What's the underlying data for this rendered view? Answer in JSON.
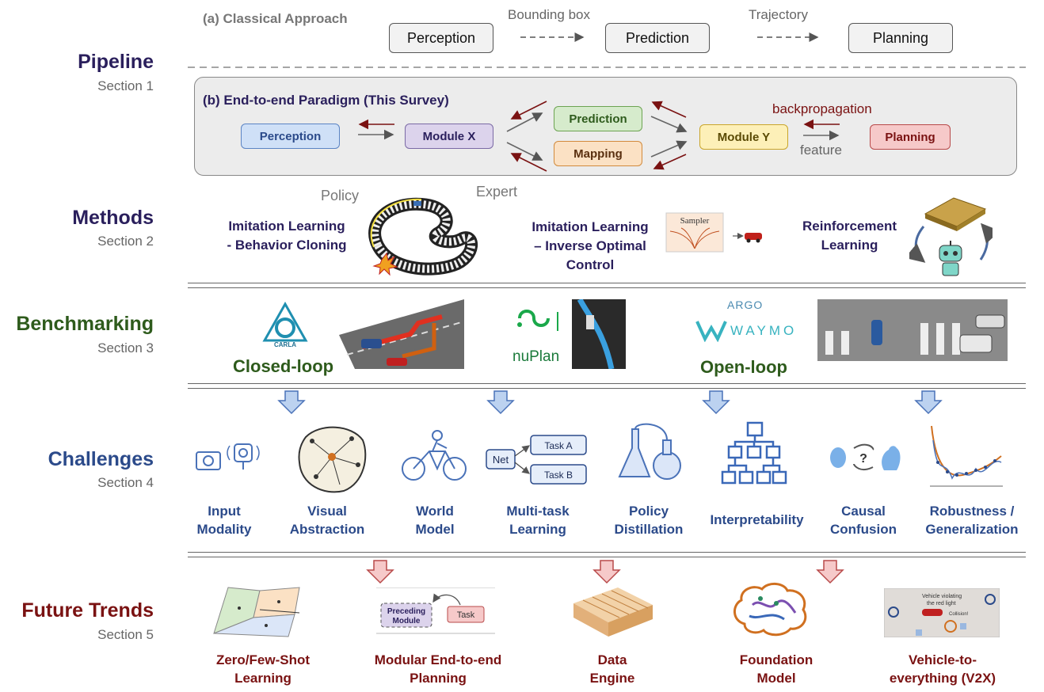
{
  "pipeline": {
    "title": "Pipeline",
    "section": "Section 1",
    "classical": {
      "label": "(a) Classical Approach",
      "perception": "Perception",
      "prediction": "Prediction",
      "planning": "Planning",
      "bbox_label": "Bounding box",
      "trajectory_label": "Trajectory"
    },
    "e2e": {
      "label": "(b) End-to-end Paradigm (This Survey)",
      "perception": "Perception",
      "module_x": "Module X",
      "prediction": "Prediction",
      "mapping": "Mapping",
      "module_y": "Module Y",
      "planning": "Planning",
      "backprop_label": "backpropagation",
      "feature_label": "feature"
    }
  },
  "methods": {
    "title": "Methods",
    "section": "Section 2",
    "policy_label": "Policy",
    "expert_label": "Expert",
    "sampler_label": "Sampler",
    "items": [
      {
        "line1": "Imitation Learning",
        "line2": "- Behavior Cloning",
        "line3": ""
      },
      {
        "line1": "Imitation Learning",
        "line2": "– Inverse Optimal",
        "line3": "Control"
      },
      {
        "line1": "Reinforcement",
        "line2": "Learning",
        "line3": ""
      }
    ]
  },
  "benchmarking": {
    "title": "Benchmarking",
    "section": "Section 3",
    "carla": "CARLA",
    "nuplan": "nuPlan",
    "argo": "ARGO",
    "waymo": "WAYMO",
    "closed_loop": "Closed-loop",
    "open_loop": "Open-loop"
  },
  "challenges": {
    "title": "Challenges",
    "section": "Section 4",
    "net_label": "Net",
    "task_a": "Task A",
    "task_b": "Task B",
    "items": [
      {
        "line1": "Input",
        "line2": "Modality"
      },
      {
        "line1": "Visual",
        "line2": "Abstraction"
      },
      {
        "line1": "World",
        "line2": "Model"
      },
      {
        "line1": "Multi-task",
        "line2": "Learning"
      },
      {
        "line1": "Policy",
        "line2": "Distillation"
      },
      {
        "line1": "Interpretability",
        "line2": ""
      },
      {
        "line1": "Causal",
        "line2": "Confusion"
      },
      {
        "line1": "Robustness /",
        "line2": "Generalization"
      }
    ]
  },
  "future": {
    "title": "Future Trends",
    "section": "Section 5",
    "preceding_line1": "Preceding",
    "preceding_line2": "Module",
    "task_label": "Task",
    "v2x_caption1": "Vehicle violating",
    "v2x_caption2": "the red light",
    "collision_label": "Collision!",
    "items": [
      {
        "line1": "Zero/Few-Shot",
        "line2": "Learning"
      },
      {
        "line1": "Modular End-to-end",
        "line2": "Planning"
      },
      {
        "line1": "Data",
        "line2": "Engine"
      },
      {
        "line1": "Foundation",
        "line2": "Model"
      },
      {
        "line1": "Vehicle-to-",
        "line2": "everything (V2X)"
      }
    ]
  },
  "colors": {
    "pipeline_title": "#2a1f5c",
    "methods_title": "#2a1f5c",
    "bench_title": "#2e5b1c",
    "challenge_title": "#2b4a8a",
    "future_title": "#7a1212"
  }
}
